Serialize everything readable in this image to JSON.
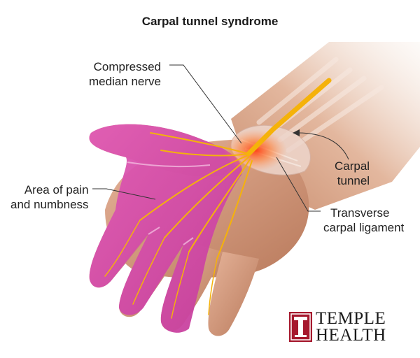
{
  "title": "Carpal tunnel syndrome",
  "labels": {
    "compressed_nerve": [
      "Compressed",
      "median nerve"
    ],
    "pain_area": [
      "Area of pain",
      "and numbness"
    ],
    "carpal_tunnel": [
      "Carpal",
      "tunnel"
    ],
    "ligament": [
      "Transverse",
      "carpal ligament"
    ]
  },
  "logo": {
    "line1": "TEMPLE",
    "line2": "HEALTH",
    "brand_color": "#a6192e"
  },
  "colors": {
    "numb_area": "#d44aa8",
    "skin": "#d9a585",
    "nerve": "#f5b20a",
    "inflammation": "#ff5a1e"
  }
}
